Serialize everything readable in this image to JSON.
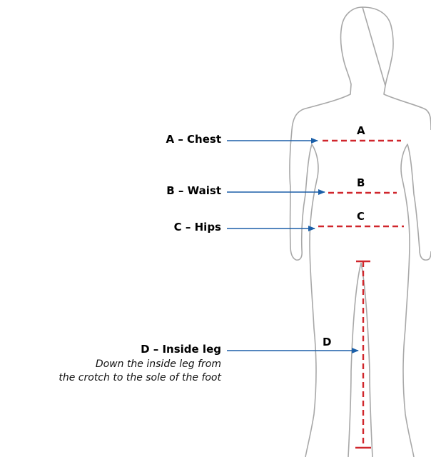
{
  "measurements": [
    {
      "id": "A",
      "label": "A – Chest",
      "letter": "A"
    },
    {
      "id": "B",
      "label": "B – Waist",
      "letter": "B"
    },
    {
      "id": "C",
      "label": "C – Hips",
      "letter": "C"
    },
    {
      "id": "D",
      "label": "D – Inside leg",
      "letter": "D",
      "note_line1": "Down the inside leg from",
      "note_line2": "the crotch to the sole of the foot"
    }
  ],
  "colors": {
    "arrow": "#1b5fa8",
    "measure_line": "#d0262c",
    "body_outline": "#a8a8a8",
    "background": "#ffffff"
  },
  "icons": {
    "figure": "human-body-silhouette-icon"
  }
}
